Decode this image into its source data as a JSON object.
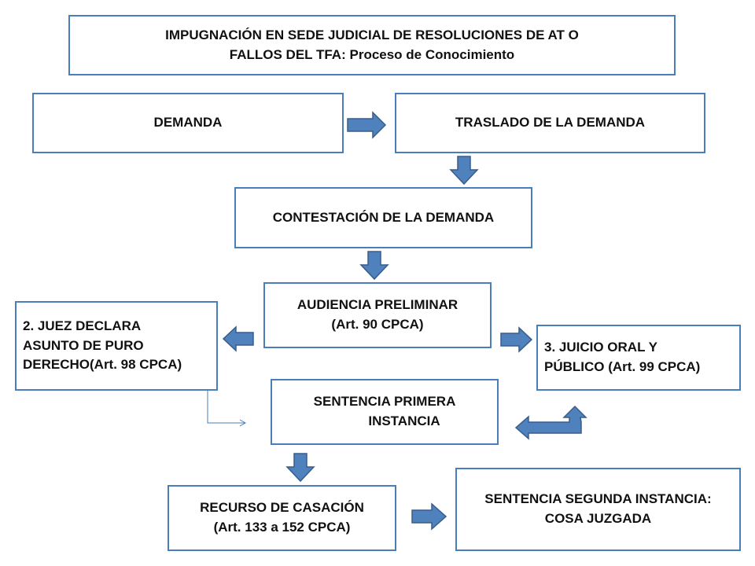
{
  "diagram": {
    "title": {
      "line1": "IMPUGNACIÓN EN SEDE JUDICIAL DE RESOLUCIONES DE AT O",
      "line2_main": "FALLOS DEL TFA:",
      "line2_sub": "Proceso de Conocimiento"
    },
    "nodes": {
      "demanda": "DEMANDA",
      "traslado": "TRASLADO DE LA DEMANDA",
      "contestacion": "CONTESTACIÓN DE LA DEMANDA",
      "audiencia": {
        "line1": "AUDIENCIA PRELIMINAR",
        "line2": "(Art. 90 CPCA)"
      },
      "juez": {
        "line1": "2.  JUEZ DECLARA",
        "line2": "ASUNTO DE PURO",
        "line3": "DERECHO(Art. 98 CPCA)"
      },
      "juicio": {
        "line1": "3. JUICIO ORAL Y",
        "line2": "PÚBLICO (Art. 99 CPCA)"
      },
      "sentencia1": {
        "line1": "SENTENCIA PRIMERA",
        "line2": "INSTANCIA"
      },
      "recurso": {
        "line1": "RECURSO DE CASACIÓN",
        "line2": "(Art. 133 a 152 CPCA)"
      },
      "sentencia2": {
        "line1": "SENTENCIA SEGUNDA INSTANCIA:",
        "line2": "COSA JUZGADA"
      }
    },
    "colors": {
      "border": "#4a7ebb",
      "arrow_fill": "#4f81bd",
      "arrow_stroke": "#385d8a",
      "text": "#111111"
    }
  }
}
